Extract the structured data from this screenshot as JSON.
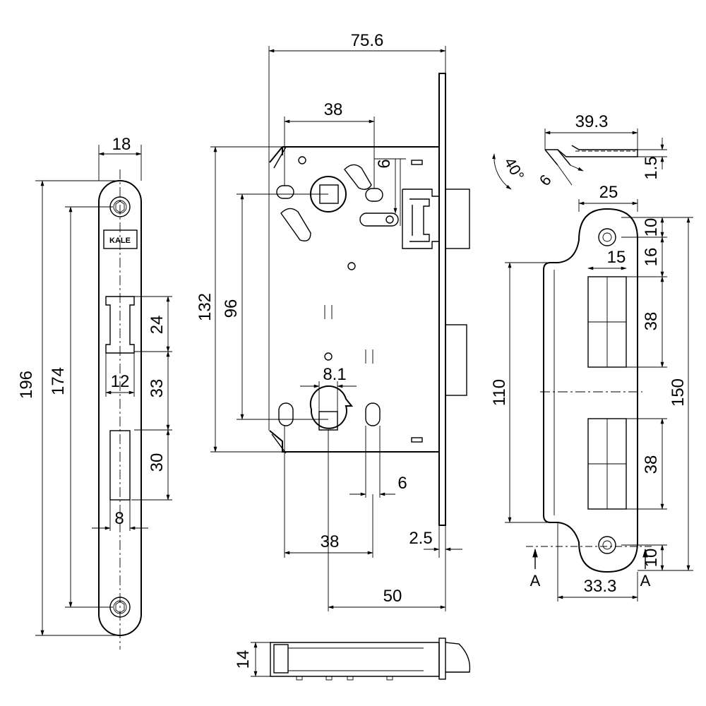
{
  "brand": {
    "logo_text": "KALE"
  },
  "faceplate": {
    "dims": {
      "width": "18",
      "total_length": "196",
      "hole_spacing": "174",
      "latch_height": "24",
      "latch_width": "12",
      "gap": "33",
      "bolt_height": "30",
      "bolt_width": "8"
    }
  },
  "lock_body": {
    "dims": {
      "overall_depth": "75.6",
      "follower_spacing_top": "38",
      "slot_top": "6",
      "body_height": "132",
      "center_distance": "96",
      "square": "8.1",
      "slot_bottom": "6",
      "follower_spacing_bottom": "38",
      "plate_thickness": "2.5",
      "backset": "50"
    }
  },
  "latch_detail": {
    "dims": {
      "length": "39.3",
      "angle": "40°",
      "thickness": "6",
      "plate": "1.5"
    }
  },
  "strike_plate": {
    "dims": {
      "width": "25",
      "hole_top": "10",
      "offset_top": "16",
      "hole_d": "15",
      "upper_cutout": "38",
      "lower_cutout": "38",
      "cutout_span": "110",
      "total_height": "150",
      "hole_bottom": "10",
      "bottom_width": "33.3"
    },
    "section_marks": [
      "A",
      "A"
    ]
  },
  "bottom_view": {
    "dims": {
      "thickness": "14"
    }
  }
}
